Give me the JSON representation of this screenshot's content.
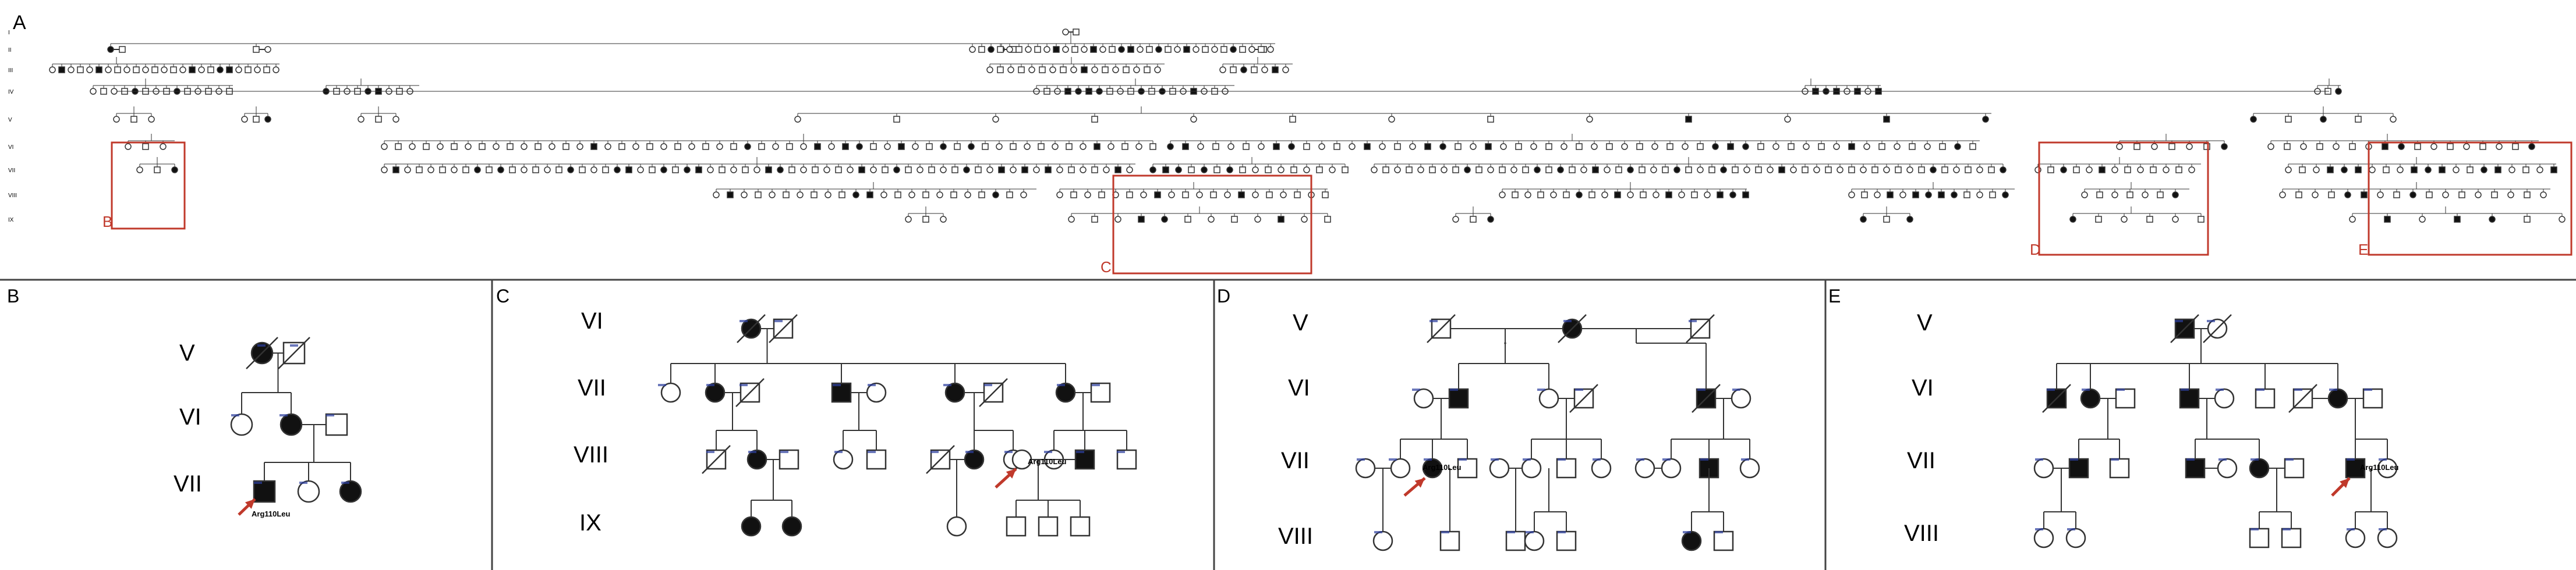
{
  "colors": {
    "line": "#333333",
    "affected": "#111111",
    "highlight": "#c0392b",
    "id_text": "#2c3e9e",
    "divider": "#444444"
  },
  "panels": {
    "A": {
      "label": "A",
      "generations": [
        "I",
        "II",
        "III",
        "IV",
        "V",
        "VI",
        "VII",
        "VIII",
        "IX"
      ],
      "box_labels": [
        "B",
        "C",
        "D",
        "E"
      ]
    },
    "B": {
      "label": "B",
      "generations": [
        "V",
        "VI",
        "VII"
      ],
      "mutation": "Arg110Leu"
    },
    "C": {
      "label": "C",
      "generations": [
        "VI",
        "VII",
        "VIII",
        "IX"
      ],
      "mutation": "Arg110Leu"
    },
    "D": {
      "label": "D",
      "generations": [
        "V",
        "VI",
        "VII",
        "VIII"
      ],
      "mutation": "Arg110Leu"
    },
    "E": {
      "label": "E",
      "generations": [
        "V",
        "VI",
        "VII",
        "VIII"
      ],
      "mutation": "Arg110Leu"
    }
  }
}
